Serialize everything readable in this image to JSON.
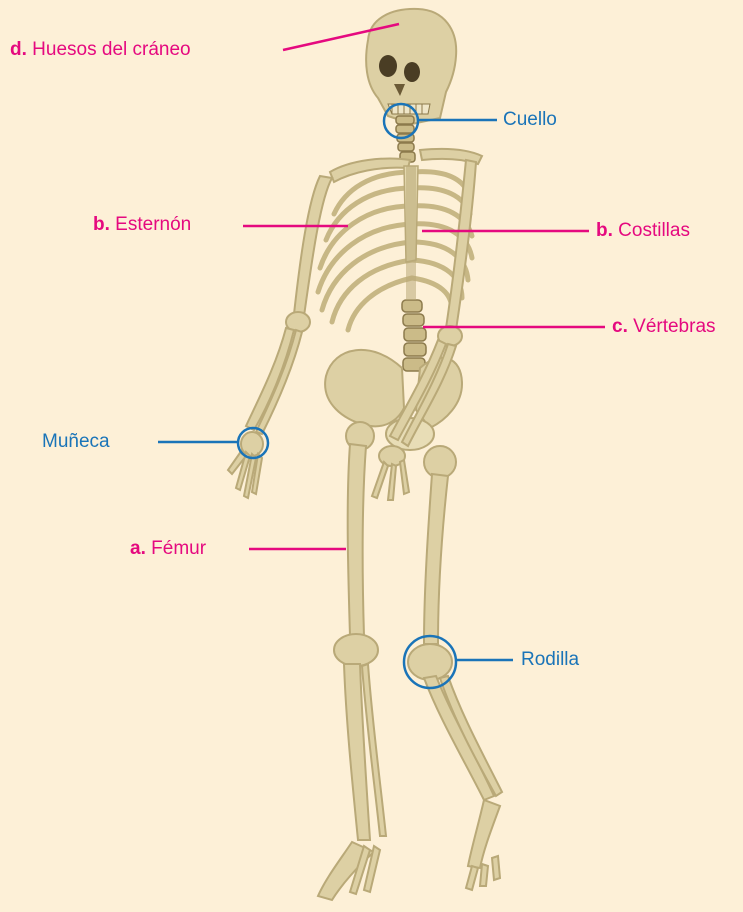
{
  "colors": {
    "background": "#fdf0d7",
    "bone": "#ddd0a4",
    "bone_shade": "#b9a978",
    "bone_dark": "#8c7a4c",
    "label_bones": "#e5097f",
    "label_joints": "#1a74b8"
  },
  "labels": {
    "craneo": {
      "letter": "d.",
      "text": "Huesos del cráneo"
    },
    "cuello": {
      "text": "Cuello"
    },
    "esternon": {
      "letter": "b.",
      "text": "Esternón"
    },
    "costillas": {
      "letter": "b.",
      "text": "Costillas"
    },
    "vertebras": {
      "letter": "c.",
      "text": "Vértebras"
    },
    "muneca": {
      "text": "Muñeca"
    },
    "femur": {
      "letter": "a.",
      "text": "Fémur"
    },
    "rodilla": {
      "text": "Rodilla"
    }
  }
}
